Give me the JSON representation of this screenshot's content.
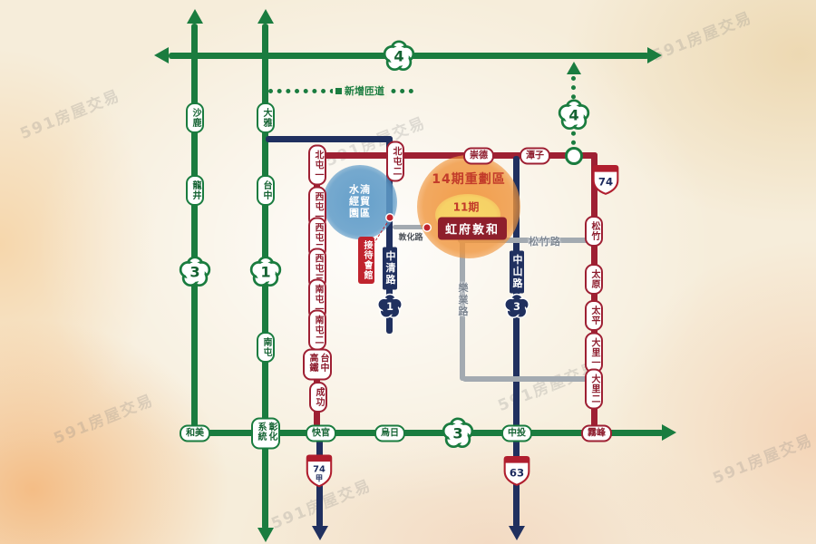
{
  "watermark": "591房屋交易",
  "zones": {
    "shuinan": "水湳經貿園區",
    "zone14": "14期重劃區",
    "zone11": "11期",
    "property": "虹府敦和",
    "reception": "接待會館"
  },
  "road_labels": {
    "zhongqing_rd": "中清路",
    "zhongshan_rd": "中山路",
    "songzhu_rd": "松竹路",
    "leye_rd": "樂業路",
    "dunhua_rd": "敦化路",
    "new_ramp": "新增匝道"
  },
  "badges": {
    "nh4_top": "4",
    "nh4_ext": "4",
    "nh3_west": "3",
    "nh1": "1",
    "nh3_south": "3",
    "prov1": "1",
    "prov3": "3",
    "exp74": "74",
    "exp74a_num": "74",
    "exp74a_suffix": "甲",
    "exp63": "63"
  },
  "stations": {
    "shalu": "沙鹿",
    "longjing": "龍井",
    "homei": "和美",
    "daya": "大雅",
    "taichung": "台中",
    "nantun": "南屯",
    "changhua_sys": "彰化系統",
    "kuaiguan": "快官",
    "wuri": "烏日",
    "zhongtou": "中投",
    "wufeng": "霧峰",
    "beitun1": "北屯一",
    "beitun2": "北屯二",
    "chongde": "崇德",
    "tanzi": "潭子",
    "xitun1": "西屯一",
    "xitun2": "西屯二",
    "xitun3": "西屯三",
    "nantun1": "南屯一",
    "nantun2": "南屯二",
    "hsr": "台中高鐵",
    "chenggong": "成功",
    "songzhu": "松竹",
    "taiyuan": "太原",
    "taiping": "太平",
    "dali1": "大里一",
    "dali2": "大里二"
  }
}
